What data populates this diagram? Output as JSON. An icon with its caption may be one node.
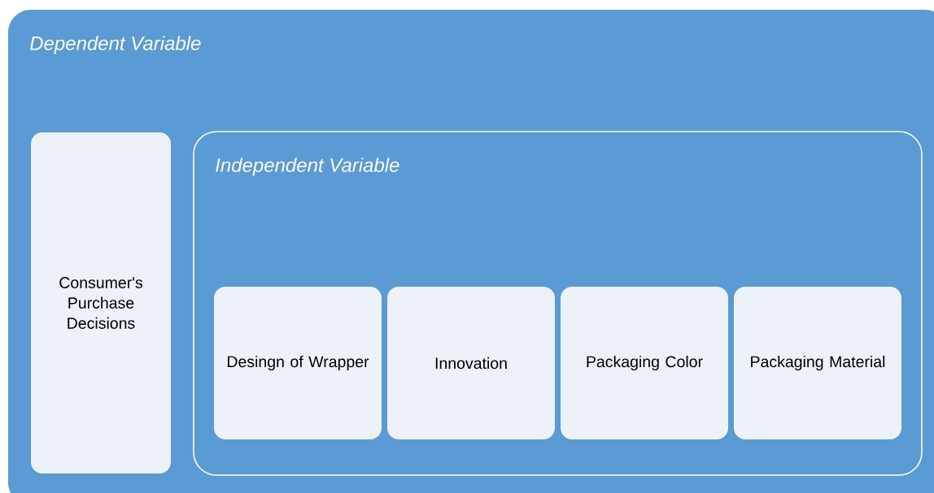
{
  "diagram": {
    "nodes": [
      {
        "text": [
          "Dependent Variable"
        ]
      },
      {
        "text": [
          "Consumer's Purchase Decisions"
        ],
        "in": 0
      },
      {
        "text": [
          "Independent Variable"
        ],
        "in": 0
      },
      {
        "text": [
          "Desingn of Wrapper"
        ],
        "in": 2
      },
      {
        "text": [
          "Innovation"
        ],
        "in": 2
      },
      {
        "text": [
          "Packaging Color"
        ],
        "in": 2
      },
      {
        "text": [
          "Packaging Material"
        ],
        "in": 2
      }
    ]
  }
}
